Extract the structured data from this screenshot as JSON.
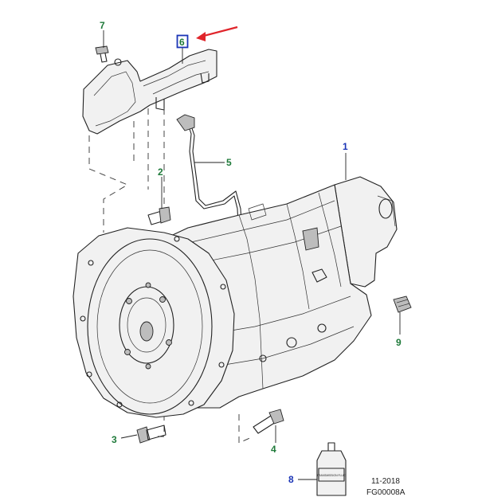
{
  "callouts": [
    {
      "id": "c1",
      "label": "1",
      "color": "#1b35b6"
    },
    {
      "id": "c2",
      "label": "2",
      "color": "#1f7a3a"
    },
    {
      "id": "c3",
      "label": "3",
      "color": "#1f7a3a"
    },
    {
      "id": "c4",
      "label": "4",
      "color": "#1f7a3a"
    },
    {
      "id": "c5",
      "label": "5",
      "color": "#1f7a3a"
    },
    {
      "id": "c6",
      "label": "6",
      "color": "#1f7a3a"
    },
    {
      "id": "c7",
      "label": "7",
      "color": "#1f7a3a"
    },
    {
      "id": "c8",
      "label": "8",
      "color": "#1b35b6"
    },
    {
      "id": "c9",
      "label": "9",
      "color": "#1f7a3a"
    }
  ],
  "fluid_bottle_label": "TRANSMISSION FLUID",
  "footer": {
    "date": "11-2018",
    "code": "FG00008A"
  },
  "colors": {
    "callout_green": "#1f7a3a",
    "callout_blue": "#1b35b6",
    "highlight_box": "#1b35b6",
    "pointer_arrow": "#e0252b"
  }
}
